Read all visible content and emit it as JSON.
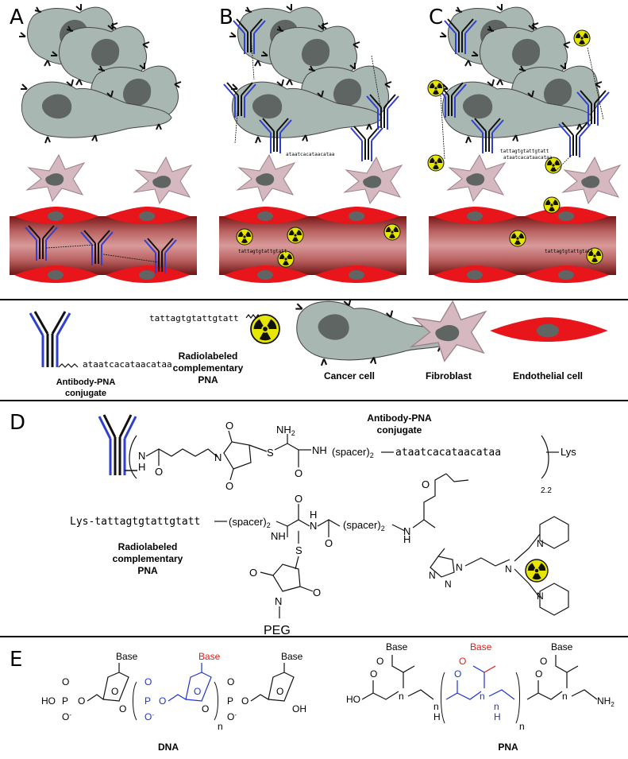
{
  "panels": {
    "a": "A",
    "b": "B",
    "c": "C",
    "d": "D",
    "e": "E"
  },
  "legend": {
    "antibody_pna": [
      "Antibody-PNA",
      "conjugate"
    ],
    "radio_pna": [
      "Radiolabeled",
      "complementary",
      "PNA"
    ],
    "cancer": "Cancer cell",
    "fibroblast": "Fibroblast",
    "endothelial": "Endothelial cell",
    "seq_anti": "ataatcacataacataa",
    "seq_comp": "tattagtgtattgtatt"
  },
  "panel_b": {
    "seq_anti": "ataatcacataacataa",
    "seq_comp": "tattagtgtattgtatt"
  },
  "panel_c": {
    "seq_comp": "tattagtgtattgtatt",
    "seq_comp2": "tattagtgtattgtatt",
    "seq_anti": "ataatcacataacataa"
  },
  "panel_d": {
    "conj_title": [
      "Antibody-PNA",
      "conjugate"
    ],
    "radio_title": [
      "Radiolabeled",
      "complementary",
      "PNA"
    ],
    "nh": "N",
    "nh_h": "H",
    "o": "O",
    "s": "S",
    "n": "N",
    "nh2": "NH",
    "nh2_sub": "2",
    "spacer": "(spacer)",
    "spacer_sub": "2",
    "seq_anti": "ataatcacataacataa",
    "lys": "Lys",
    "sub_22": "2.2",
    "lys_seq": "Lys-tattagtgtattgtatt",
    "peg": "PEG"
  },
  "panel_e": {
    "base": "Base",
    "ho": "HO",
    "p": "P",
    "o": "O",
    "o_minus": "O",
    "oh": "OH",
    "n": "n",
    "h": "H",
    "nh2": "NH",
    "nh2_sub": "2",
    "dna": "DNA",
    "pna": "PNA"
  },
  "colors": {
    "cancer_fill": "#a9b7b3",
    "nucleus": "#5f6563",
    "fibroblast_fill": "#d6b8c0",
    "vessel_red": "#e8151b",
    "antibody_blue": "#2f3fcf",
    "radio_yellow": "#e6e600",
    "highlight_red": "#e11b1b",
    "highlight_blue": "#1f34c8"
  }
}
